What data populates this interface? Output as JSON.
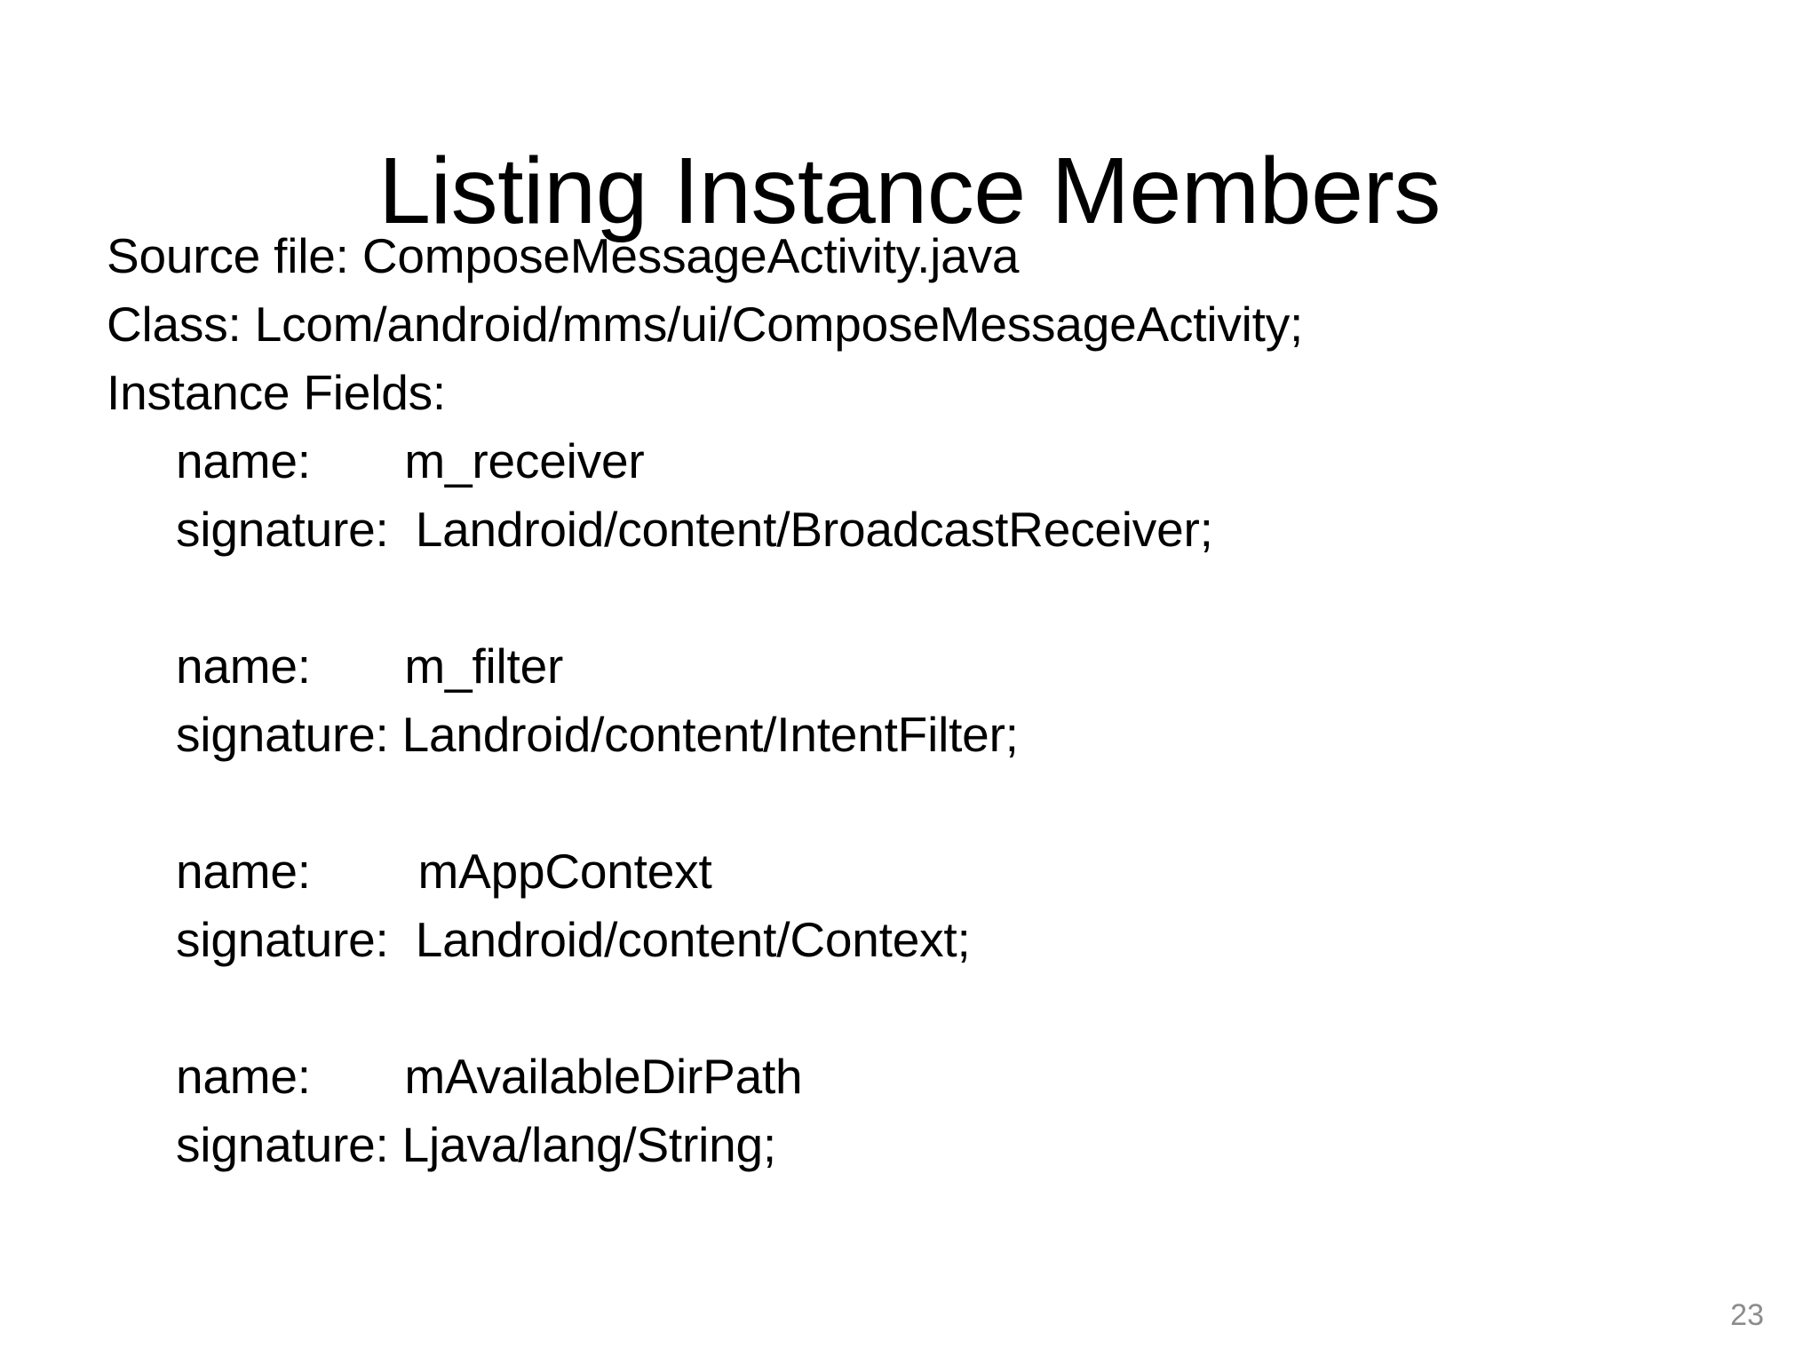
{
  "slide": {
    "title": "Listing Instance Members",
    "page_number": "23",
    "page_number_color": "#8c8c8c",
    "background_color": "#ffffff",
    "text_color": "#000000"
  },
  "header_lines": {
    "source_file": "Source file: ComposeMessageActivity.java",
    "class": "Class: Lcom/android/mms/ui/ComposeMessageActivity;",
    "instance_fields_label": "Instance Fields:"
  },
  "fields": [
    {
      "name_line": "name:       m_receiver",
      "signature_line": "signature:  Landroid/content/BroadcastReceiver;"
    },
    {
      "name_line": "name:       m_filter",
      "signature_line": "signature: Landroid/content/IntentFilter;"
    },
    {
      "name_line": "name:        mAppContext",
      "signature_line": "signature:  Landroid/content/Context;"
    },
    {
      "name_line": "name:       mAvailableDirPath",
      "signature_line": "signature: Ljava/lang/String;"
    }
  ]
}
